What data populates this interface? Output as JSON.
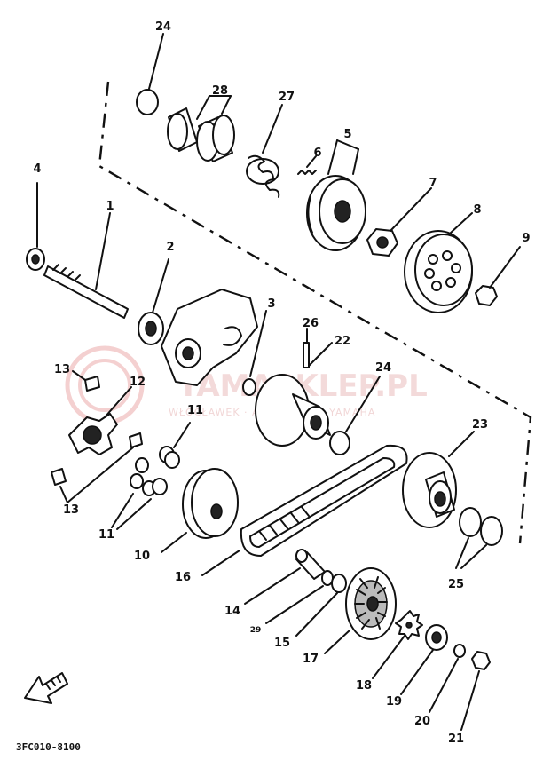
{
  "diagram": {
    "callouts": [
      "24",
      "28",
      "27",
      "5",
      "6",
      "4",
      "7",
      "8",
      "1",
      "9",
      "2",
      "3",
      "26",
      "22",
      "13",
      "12",
      "24",
      "11",
      "23",
      "13",
      "11",
      "10",
      "16",
      "25",
      "14",
      "29",
      "15",
      "17",
      "18",
      "19",
      "20",
      "21"
    ],
    "footer_code": "3FC010-8100",
    "watermark": {
      "main": "YAMASKLEP.PL",
      "sub": "WŁOCŁAWEK · AUT. DEALER YAMAHA"
    }
  }
}
